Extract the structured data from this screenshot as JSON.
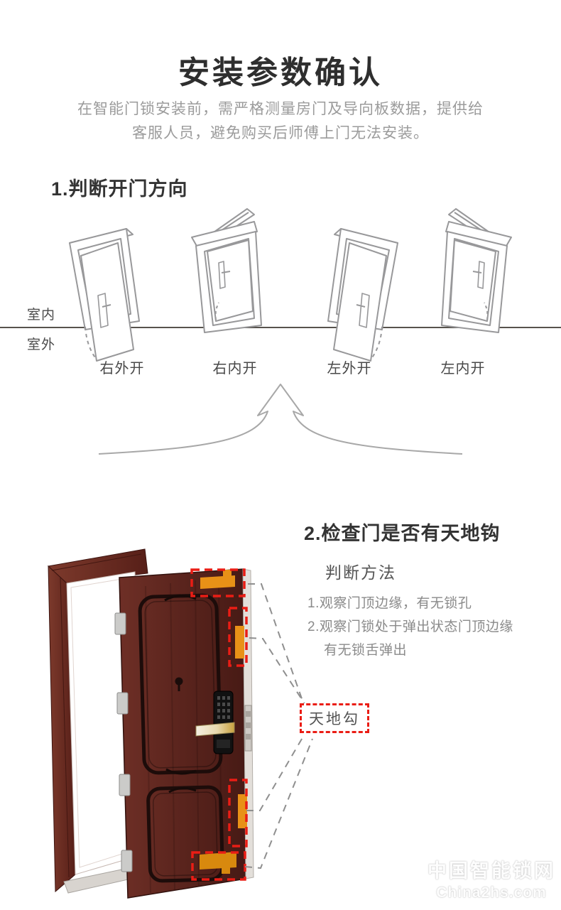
{
  "header": {
    "title": "安装参数确认",
    "subtitle_line1": "在智能门锁安装前，需严格测量房门及导向板数据，提供给",
    "subtitle_line2": "客服人员，避免购买后师傅上门无法安装。"
  },
  "section1": {
    "heading": "1.判断开门方向",
    "indoor_label": "室内",
    "outdoor_label": "室外",
    "door_types": [
      {
        "label": "右外开"
      },
      {
        "label": "右内开"
      },
      {
        "label": "左外开"
      },
      {
        "label": "左内开"
      }
    ]
  },
  "section2": {
    "heading": "2.检查门是否有天地钩",
    "method_title": "判断方法",
    "steps": [
      {
        "line": "1.观察门顶边缘，有无锁孔"
      },
      {
        "line": "2.观察门锁处于弹出状态门顶边缘"
      },
      {
        "line": "有无锁舌弹出"
      }
    ],
    "hook_label": "天地勾"
  },
  "watermark": {
    "line1": "中国智能锁网",
    "line2": "China2hs.com"
  },
  "colors": {
    "accent_red": "#EA1D15",
    "hook_orange": "#E89117",
    "door_wood": "#5D241D",
    "diagram_line": "#9A9A9A",
    "text_dark": "#333333",
    "text_gray": "#9B9B9B"
  }
}
